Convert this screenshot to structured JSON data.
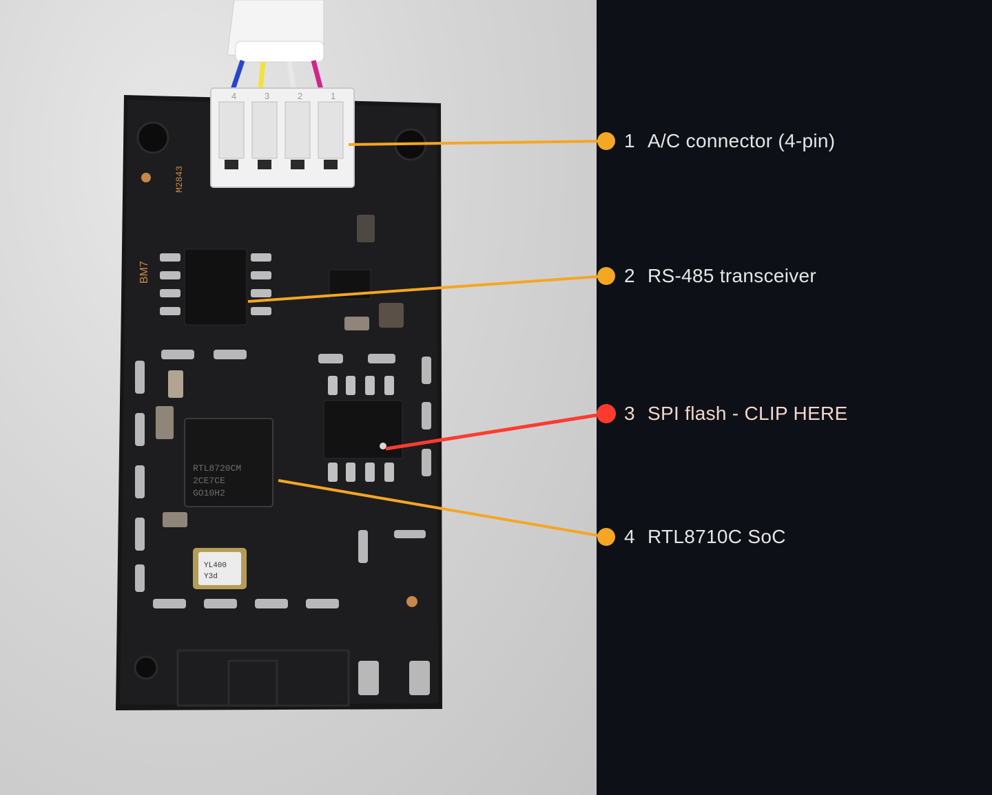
{
  "photo": {
    "connector_pins": [
      "4",
      "3",
      "2",
      "1"
    ],
    "silkscreen": [
      "BM7",
      "M2843"
    ],
    "chip_marking": [
      "RTL8720CM",
      "2CE7CE",
      "GO10H2"
    ],
    "crystal_marking": [
      "YL400",
      "Y3d"
    ]
  },
  "callouts": [
    {
      "id": 1,
      "number": "1",
      "text": "A/C connector (4-pin)",
      "color": "#f5a623",
      "highlight": false
    },
    {
      "id": 2,
      "number": "2",
      "text": "RS-485 transceiver",
      "color": "#f5a623",
      "highlight": false
    },
    {
      "id": 3,
      "number": "3",
      "text": "SPI flash - CLIP HERE",
      "color": "#ff3b30",
      "highlight": true
    },
    {
      "id": 4,
      "number": "4",
      "text": "RTL8710C SoC",
      "color": "#f5a623",
      "highlight": false
    }
  ]
}
